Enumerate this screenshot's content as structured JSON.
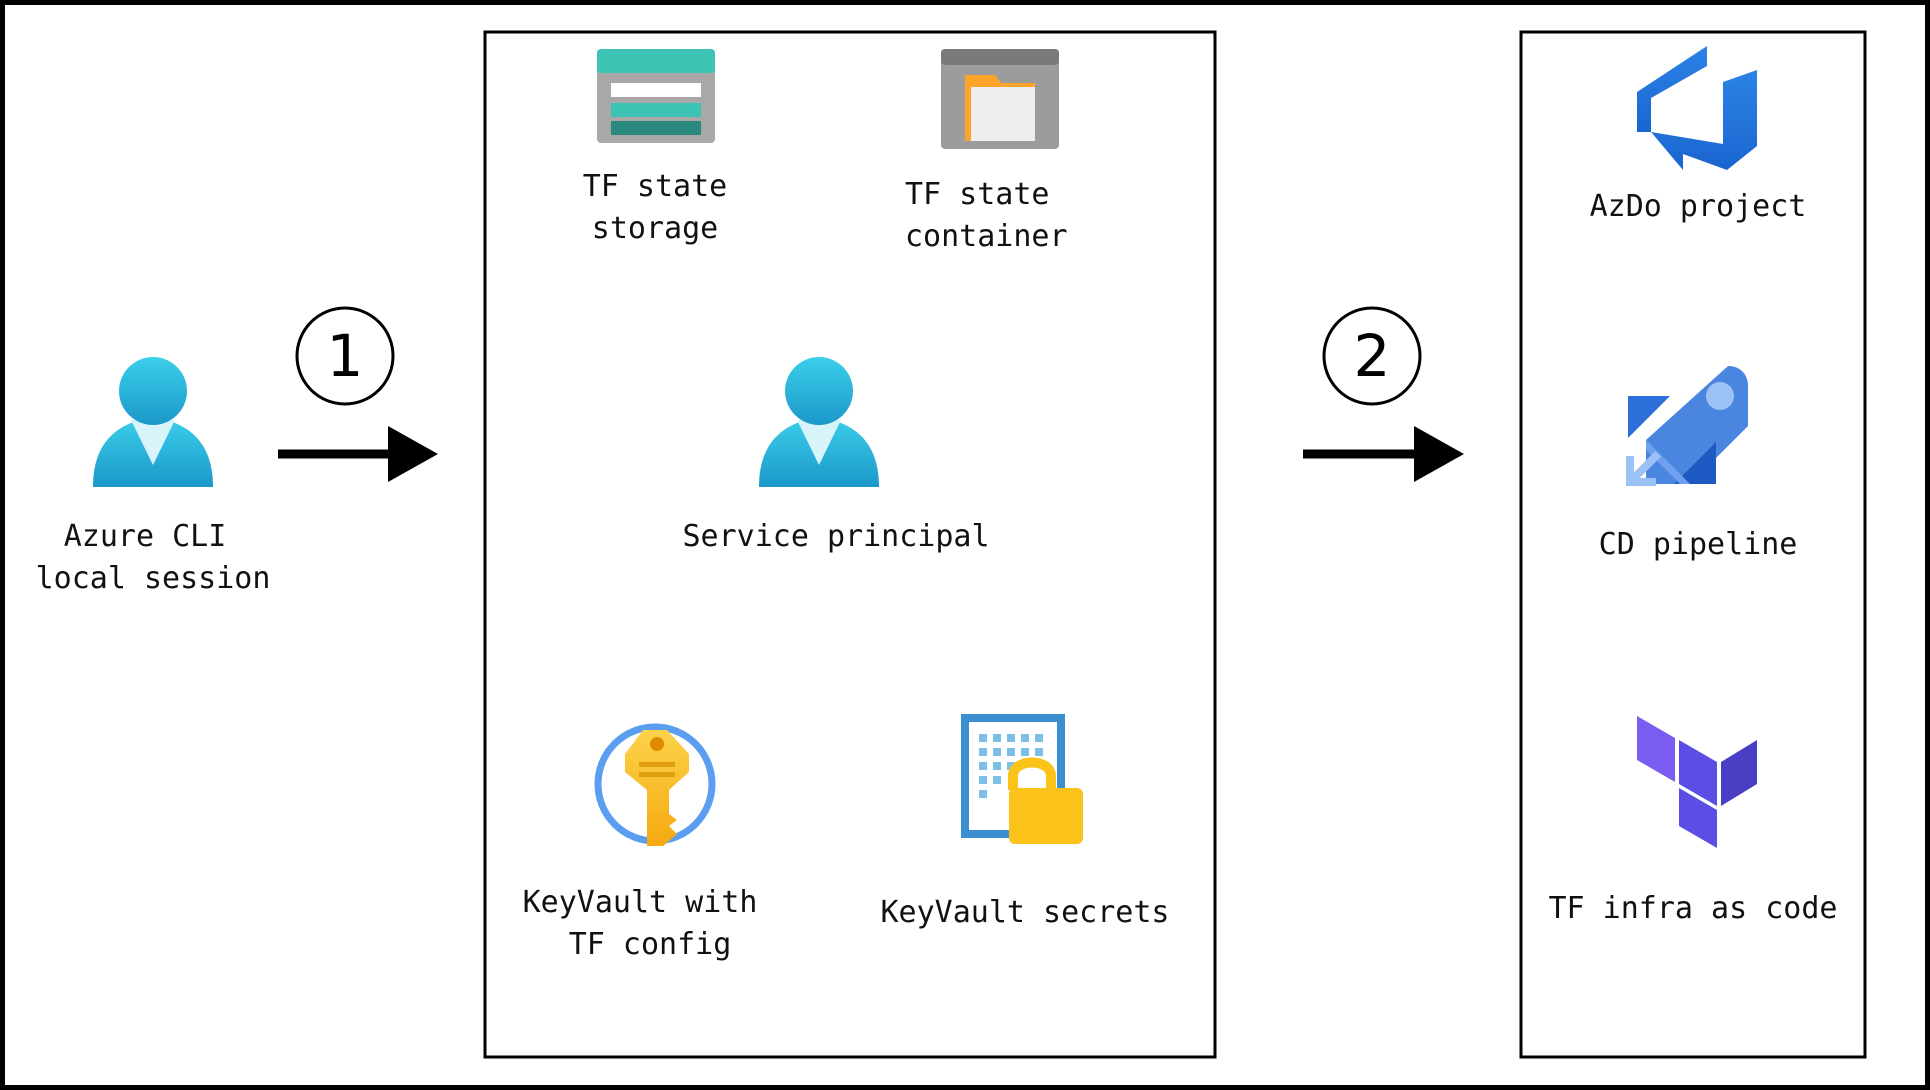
{
  "diagram": {
    "actor": {
      "label_line1": "Azure CLI",
      "label_line2": "local session",
      "icon": "user-icon"
    },
    "steps": [
      {
        "number": "1"
      },
      {
        "number": "2"
      }
    ],
    "setup_group": {
      "items": [
        {
          "id": "tf-state-storage",
          "line1": "TF state",
          "line2": "storage",
          "icon": "storage-account-icon"
        },
        {
          "id": "tf-state-container",
          "line1": "TF state",
          "line2": "container",
          "icon": "blob-container-icon"
        },
        {
          "id": "service-principal",
          "line1": "Service principal",
          "icon": "user-icon"
        },
        {
          "id": "keyvault",
          "line1": "KeyVault with",
          "line2": "TF config",
          "icon": "key-vault-icon"
        },
        {
          "id": "keyvault-secrets",
          "line1": "KeyVault secrets",
          "icon": "secret-lock-icon"
        }
      ]
    },
    "devops_group": {
      "items": [
        {
          "id": "azdo-project",
          "line1": "AzDo project",
          "icon": "azure-devops-icon"
        },
        {
          "id": "cd-pipeline",
          "line1": "CD pipeline",
          "icon": "pipeline-rocket-icon"
        },
        {
          "id": "tf-iac",
          "line1": "TF infra as code",
          "icon": "terraform-icon"
        }
      ]
    },
    "colors": {
      "frame": "#000000",
      "user_gradient_top": "#3ccfea",
      "user_gradient_bottom": "#1b98c9",
      "storage_teal": "#3cc3b3",
      "folder_orange": "#fca32b",
      "key_gold": "#fbc21a",
      "keyvault_ring": "#5b9ef0",
      "devops_blue": "#2c83e6",
      "terraform_purple": "#5c4ee5"
    }
  }
}
